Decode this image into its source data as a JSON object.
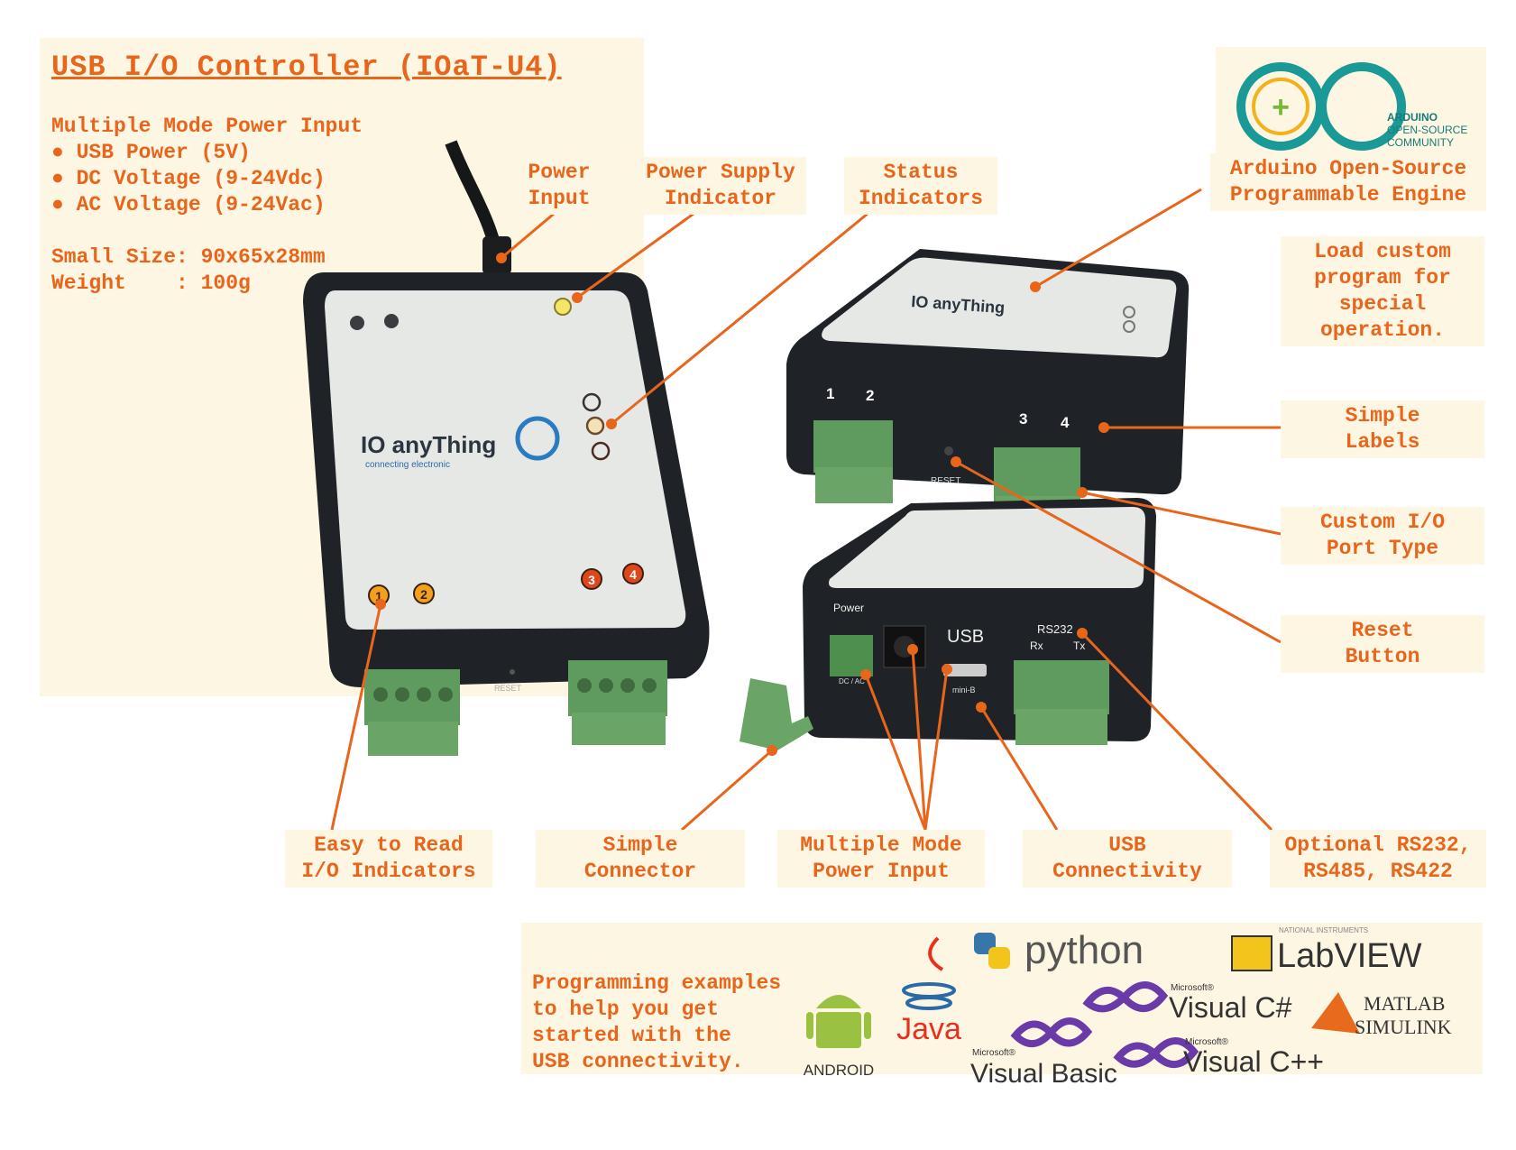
{
  "spec": {
    "title": "USB I/O Controller (IOaT-U4)",
    "lines": [
      "Multiple Mode Power Input",
      "● USB Power (5V)",
      "● DC Voltage (9-24Vdc)",
      "● AC Voltage (9-24Vac)",
      "Small Size: 90x65x28mm",
      "Weight    : 100g"
    ]
  },
  "callouts": {
    "power_input": [
      "Power",
      "Input"
    ],
    "power_supply_indicator": [
      "Power Supply",
      "Indicator"
    ],
    "status_indicators": [
      "Status",
      "Indicators"
    ],
    "arduino": [
      "Arduino Open-Source",
      "Programmable Engine"
    ],
    "load_custom": [
      "Load custom",
      "program for",
      "special",
      "operation."
    ],
    "simple_labels": [
      "Simple",
      "Labels"
    ],
    "custom_io": [
      "Custom I/O",
      "Port Type"
    ],
    "reset_button": [
      "Reset",
      "Button"
    ],
    "easy_read": [
      "Easy to Read",
      "I/O Indicators"
    ],
    "simple_connector": [
      "Simple",
      "Connector"
    ],
    "multiple_mode": [
      "Multiple Mode",
      "Power Input"
    ],
    "usb_conn": [
      "USB",
      "Connectivity"
    ],
    "optional_rs": [
      "Optional RS232,",
      "RS485, RS422"
    ]
  },
  "programming": {
    "lines": [
      "Programming examples",
      "to help you get",
      "started with the",
      "USB connectivity."
    ]
  },
  "logos": {
    "arduino": [
      "ARDUINO",
      "OPEN-SOURCE",
      "COMMUNITY"
    ],
    "python": "python",
    "labview": "LabVIEW",
    "labview_small": "NATIONAL INSTRUMENTS",
    "java": "Java",
    "android": "ANDROID",
    "visual_csharp": "Visual C#",
    "visual_basic": "Visual Basic",
    "visual_cpp": "Visual C++",
    "microsoft": "Microsoft®",
    "matlab": "MATLAB",
    "simulink": "SIMULINK"
  },
  "device": {
    "brand": "IO anyThing",
    "tagline": "connecting electronic",
    "reset": "RESET",
    "power": "Power",
    "usb": "USB",
    "mini_b": "mini-B",
    "rs232": "RS232",
    "rx": "Rx",
    "tx": "Tx",
    "dc_ac": "DC / AC",
    "port_numbers": [
      "1",
      "2",
      "3",
      "4"
    ]
  },
  "colors": {
    "accent": "#e8651c",
    "label_bg": "#fdf6e3",
    "case": "#1f2226",
    "lid": "#e4e6e4",
    "terminal": "#5f9a5e",
    "led_amber": "#f2a01e"
  }
}
